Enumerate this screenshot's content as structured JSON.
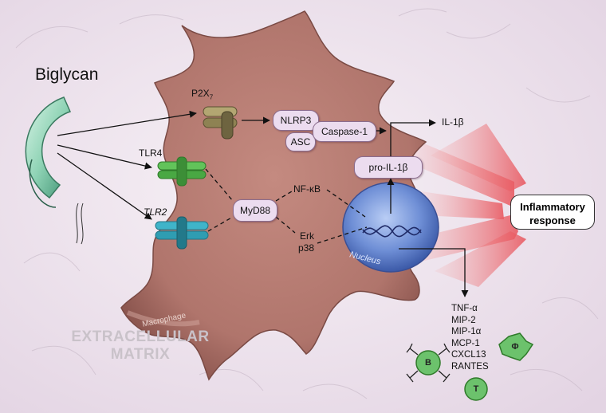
{
  "title": "Biglycan",
  "receptors": {
    "p2x7": "P2X",
    "p2x7_sub": "7",
    "tlr4": "TLR4",
    "tlr2": "TLR2"
  },
  "nodes": {
    "nlrp3": "NLRP3",
    "asc": "ASC",
    "caspase1": "Caspase-1",
    "pro_il1b": "pro-IL-1β",
    "il1b": "IL-1β",
    "myd88": "MyD88",
    "nfkb": "NF-κB",
    "erk": "Erk",
    "p38": "p38"
  },
  "nucleus_label": "Nucleus",
  "macrophage_label": "Macrophage",
  "response": {
    "line1": "Inflammatory",
    "line2": "response"
  },
  "cytokines": [
    "TNF-α",
    "MIP-2",
    "MIP-1α",
    "MCP-1",
    "CXCL13",
    "RANTES"
  ],
  "matrix": {
    "line1": "EXTRACELLULAR",
    "line2": "MATRIX"
  },
  "cells": {
    "b": "B",
    "t": "T",
    "phi": "Φ"
  },
  "colors": {
    "background": "#efe6ef",
    "cell_body": "#b0756c",
    "nucleus": "#5f7fcb",
    "biglycan": "#8fd3b5",
    "tlr4": "#62c35a",
    "tlr2": "#3fb4c9",
    "p2x7": "#9b8d5e",
    "arrows_red": "#e8525a",
    "small_cells": "#6cc26c"
  }
}
